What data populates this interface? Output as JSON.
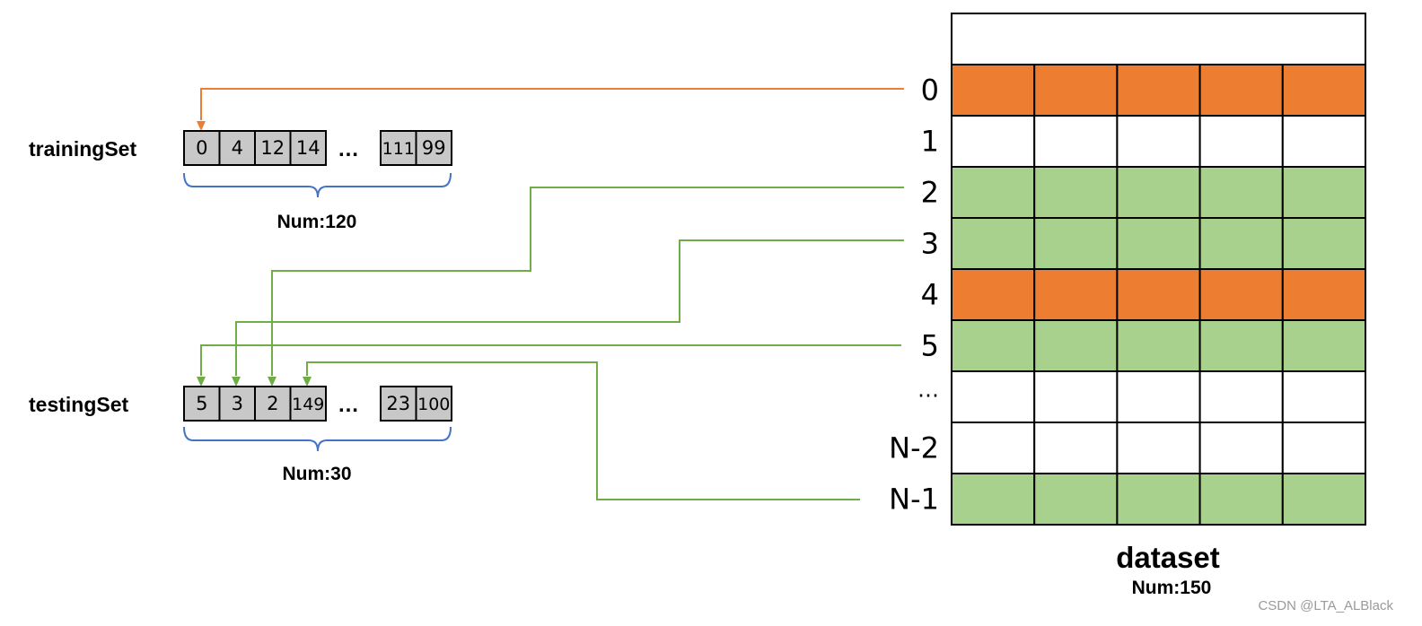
{
  "training_set": {
    "label": "trainingSet",
    "cells": [
      "0",
      "4",
      "12",
      "14"
    ],
    "ellipsis": "…",
    "tail_cells": [
      "111",
      "99"
    ],
    "count_label": "Num:120"
  },
  "testing_set": {
    "label": "testingSet",
    "cells": [
      "5",
      "3",
      "2",
      "149"
    ],
    "ellipsis": "…",
    "tail_cells": [
      "23",
      "100"
    ],
    "count_label": "Num:30"
  },
  "dataset": {
    "title": "dataset",
    "count_label": "Num:150",
    "rows": [
      {
        "label": "0",
        "fill": "orange"
      },
      {
        "label": "1",
        "fill": "white"
      },
      {
        "label": "2",
        "fill": "green"
      },
      {
        "label": "3",
        "fill": "green"
      },
      {
        "label": "4",
        "fill": "orange"
      },
      {
        "label": "5",
        "fill": "green"
      },
      {
        "label": "…",
        "fill": "white"
      },
      {
        "label": "N-2",
        "fill": "white"
      },
      {
        "label": "N-1",
        "fill": "green"
      }
    ],
    "columns": 5
  },
  "colors": {
    "orange": "#ED7D31",
    "green": "#A9D18E",
    "white": "#FFFFFF",
    "cell_gray": "#C8C8C8",
    "train_arrow": "#ED7D31",
    "test_arrow": "#70AD47",
    "brace": "#4472C4",
    "grid_line": "#000000"
  },
  "watermark": "CSDN @LTA_ALBlack"
}
